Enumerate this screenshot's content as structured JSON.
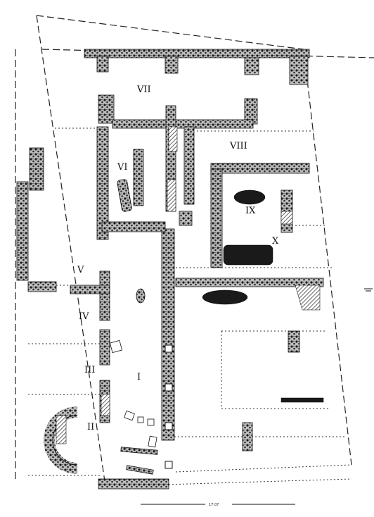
{
  "plan": {
    "room_labels": [
      "VII",
      "VIII",
      "VI",
      "IX",
      "X",
      "V",
      "IV",
      "III",
      "I",
      "II"
    ],
    "scale_label": "17.07",
    "colors": {
      "ink": "#111111",
      "rubble": "#2b2b2b",
      "hatch": "#555555",
      "paper": "#ffffff"
    }
  }
}
